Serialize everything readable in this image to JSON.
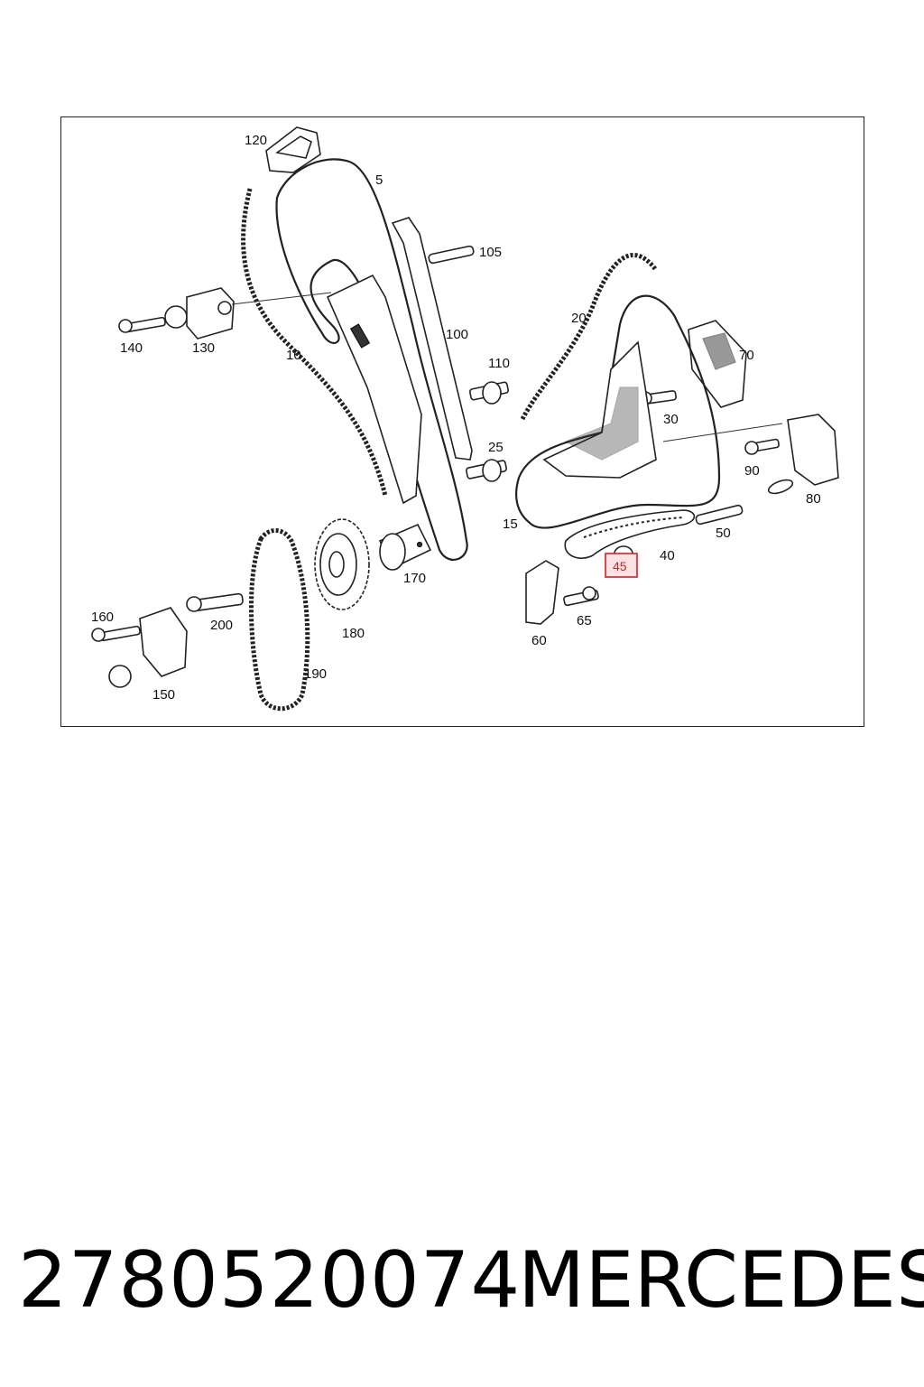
{
  "diagram": {
    "callouts": {
      "c120": "120",
      "c5": "5",
      "c105": "105",
      "c100": "100",
      "c110": "110",
      "c140": "140",
      "c130": "130",
      "c10": "10",
      "c20": "20",
      "c70": "70",
      "c30": "30",
      "c25": "25",
      "c90": "90",
      "c80": "80",
      "c15": "15",
      "c50": "50",
      "c40": "40",
      "c45": "45",
      "c170": "170",
      "c160": "160",
      "c200": "200",
      "c180": "180",
      "c65": "65",
      "c60": "60",
      "c150": "150",
      "c190": "190"
    },
    "highlighted_callout": "45",
    "highlight_color": "#d9363e"
  },
  "footer": {
    "part_number": "2780520074",
    "brand": "MERCEDES"
  }
}
